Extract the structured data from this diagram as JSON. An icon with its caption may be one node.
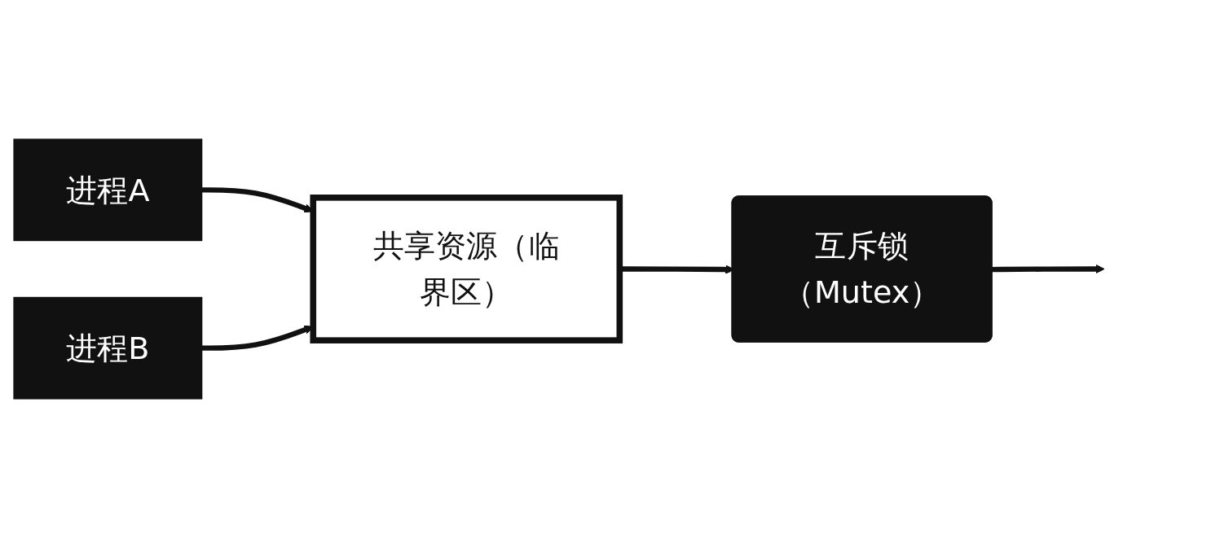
{
  "diagram": {
    "nodes": [
      {
        "text": [
          "进程A"
        ]
      },
      {
        "text": [
          "进程B"
        ]
      },
      {
        "text": [
          "共享资源（临界区）"
        ]
      },
      {
        "text": [
          "互斥锁（Mutex）"
        ]
      }
    ],
    "edges": [
      {
        "from": 0,
        "to": 2,
        "arrow": "to"
      },
      {
        "from": 1,
        "to": 2,
        "arrow": "to"
      },
      {
        "from": 2,
        "to": 3,
        "arrow": "to"
      },
      {
        "from": 3,
        "to": null,
        "arrow": "to"
      }
    ]
  }
}
